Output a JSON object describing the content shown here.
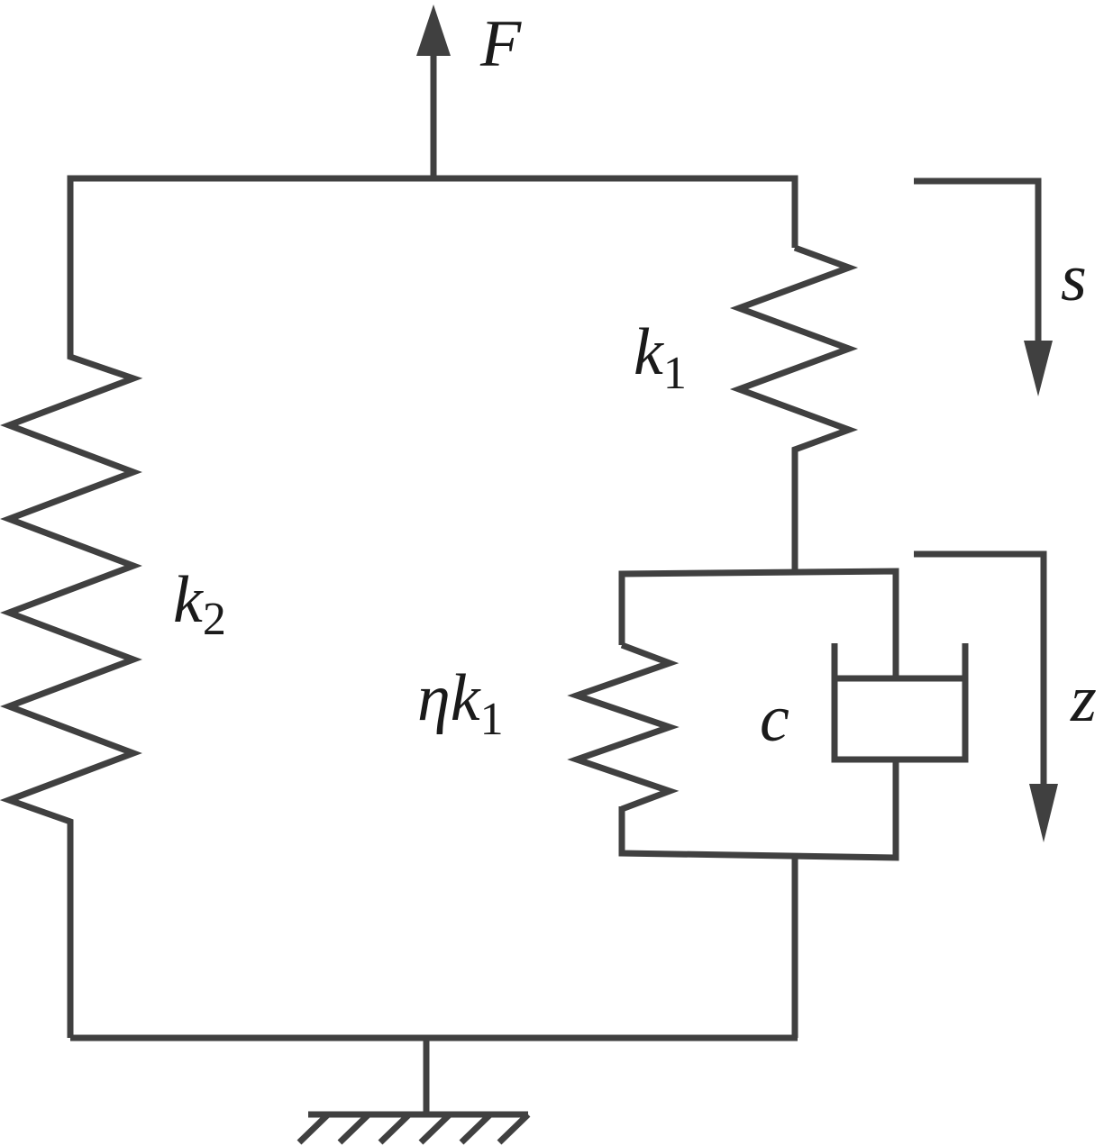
{
  "colors": {
    "stroke": "#404040",
    "text": "#1a1a1a",
    "background": "#ffffff"
  },
  "labels": {
    "force": "F",
    "spring_left": {
      "symbol": "k",
      "sub": "2"
    },
    "spring_top": {
      "symbol": "k",
      "sub": "1"
    },
    "spring_parallel": {
      "prefix": "η",
      "symbol": "k",
      "sub": "1"
    },
    "damper": "c",
    "displacement_s": "s",
    "displacement_z": "z"
  }
}
